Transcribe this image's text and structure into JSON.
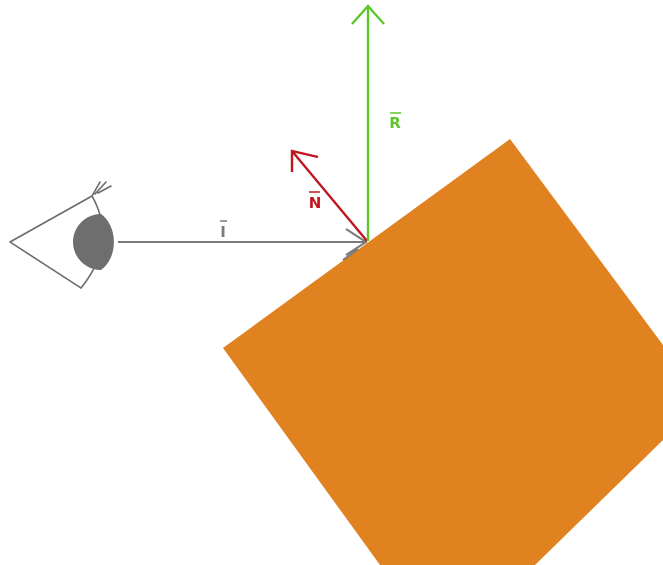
{
  "diagram": {
    "labels": {
      "incident": "I",
      "normal": "N",
      "reflected": "R"
    },
    "colors": {
      "background": "#ffffff",
      "surface": "#e0821f",
      "incident": "#7a7a7a",
      "normal": "#c0171f",
      "reflected": "#5cc62a",
      "eye_outline": "#6b6b6b",
      "eye_iris": "#6e6e6e"
    },
    "icons": {
      "viewer": "eye-icon"
    }
  }
}
